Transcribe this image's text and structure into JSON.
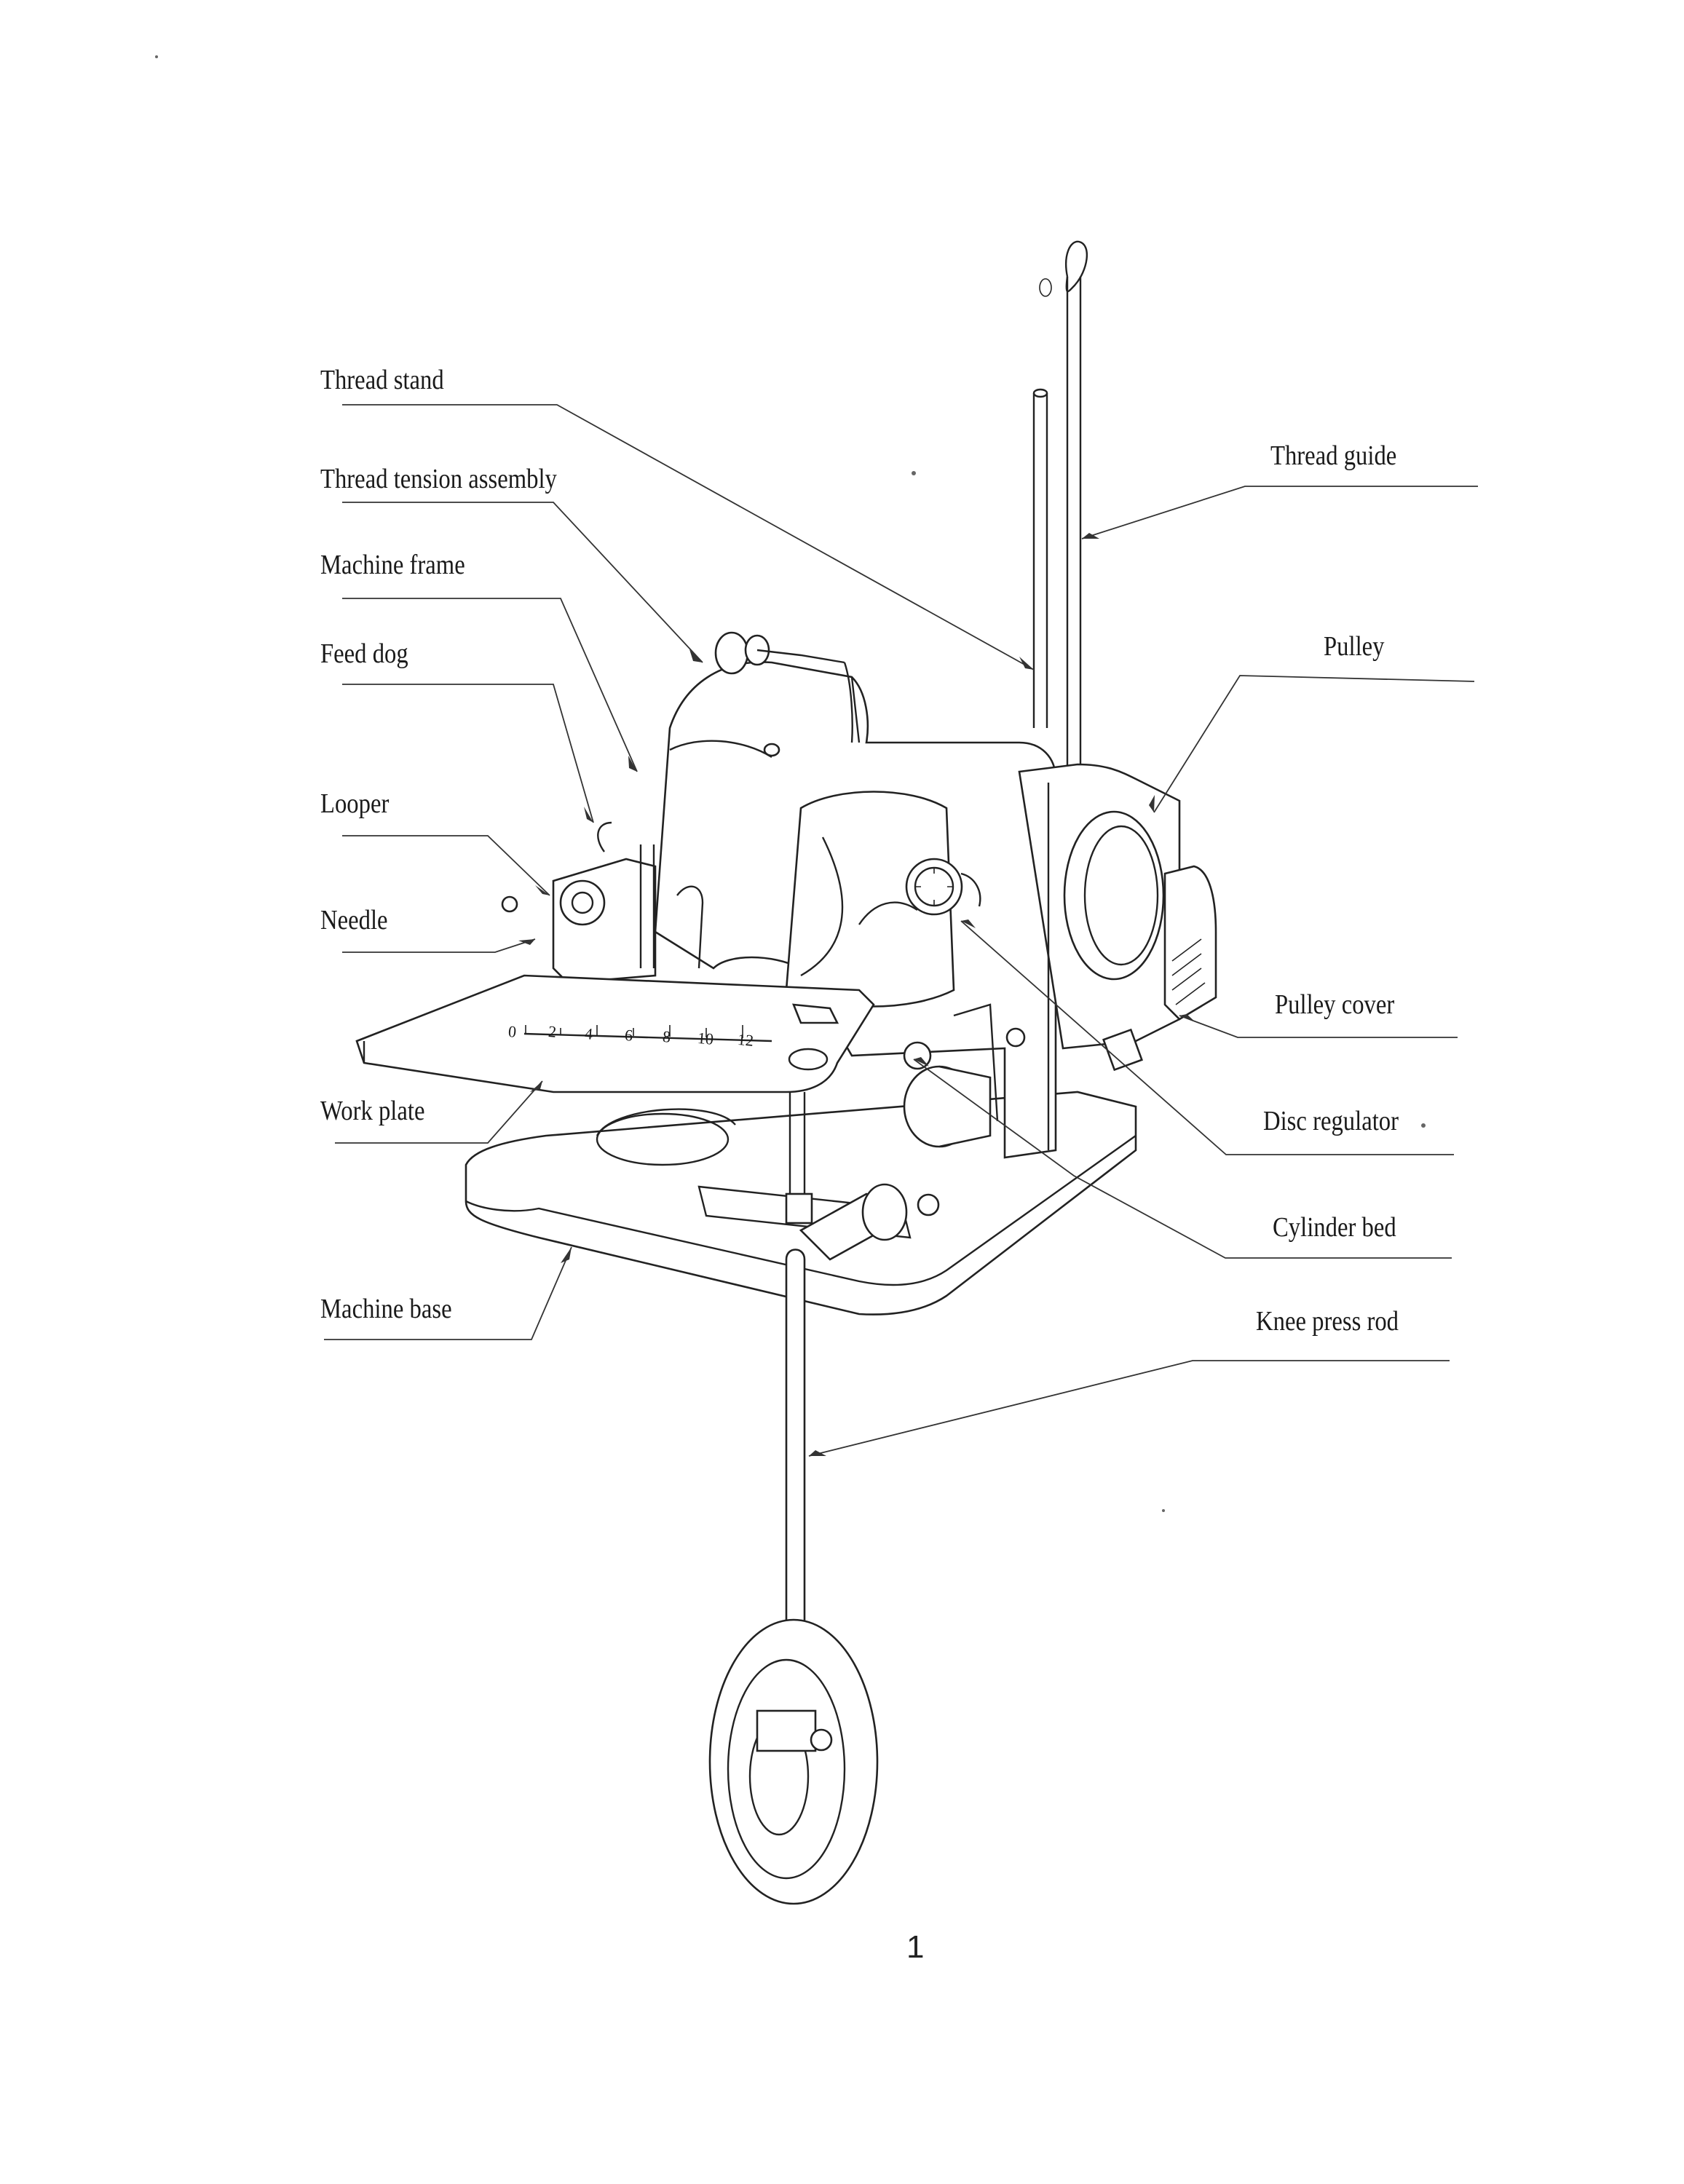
{
  "labels": {
    "thread_stand": "Thread stand",
    "thread_tension_assembly": "Thread tension assembly",
    "machine_frame": "Machine frame",
    "feed_dog": "Feed dog",
    "looper": "Looper",
    "needle": "Needle",
    "work_plate": "Work plate",
    "machine_base": "Machine base",
    "thread_guide": "Thread guide",
    "pulley": "Pulley",
    "pulley_cover": "Pulley cover",
    "disc_regulator": "Disc regulator",
    "cylinder_bed": "Cylinder bed",
    "knee_press_rod": "Knee press rod"
  },
  "scale_marks": [
    "0",
    "2",
    "4",
    "6",
    "8",
    "10",
    "12"
  ],
  "page_number": "1"
}
